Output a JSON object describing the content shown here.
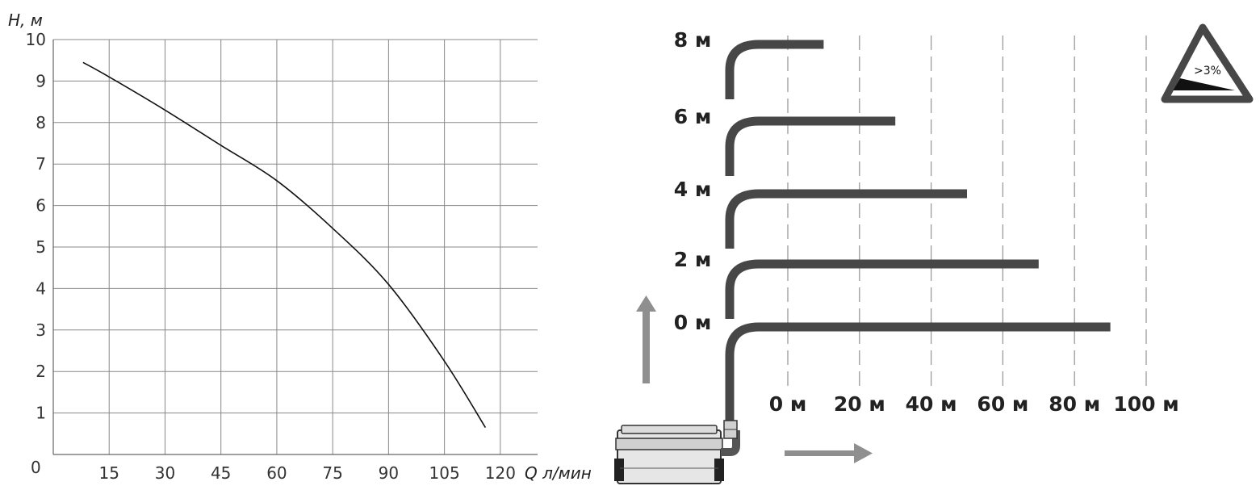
{
  "chart_data": [
    {
      "type": "line",
      "title": "",
      "xlabel": "Q л/мин",
      "ylabel": "H, м",
      "origin_label": "0",
      "xticks": [
        15,
        30,
        45,
        60,
        75,
        90,
        105,
        120
      ],
      "yticks": [
        1,
        2,
        3,
        4,
        5,
        6,
        7,
        8,
        9,
        10
      ],
      "xlim": [
        0,
        130
      ],
      "ylim": [
        0,
        10
      ],
      "grid": true,
      "series": [
        {
          "x": [
            8,
            15,
            30,
            45,
            60,
            75,
            90,
            105,
            116
          ],
          "y": [
            9.45,
            9.1,
            8.3,
            7.45,
            6.6,
            5.45,
            4.1,
            2.25,
            0.65
          ]
        }
      ]
    },
    {
      "type": "bar",
      "orientation": "horizontal",
      "categories": [
        "8 м",
        "6 м",
        "4 м",
        "2 м",
        "0 м"
      ],
      "values": [
        10,
        30,
        50,
        70,
        90
      ],
      "xticks": [
        "0 м",
        "20 м",
        "40 м",
        "60 м",
        "80 м",
        "100 м"
      ],
      "xlim": [
        0,
        100
      ],
      "grid": true,
      "annotation": ">3%"
    }
  ],
  "colors": {
    "grid": "#888888",
    "curve": "#111111",
    "pipe": "#474747",
    "arrow": "#8f8f8f",
    "sign_border": "#474747",
    "sign_fill": "#111111"
  },
  "icons": {
    "pump": "pump-unit-icon",
    "slope_sign": "slope-warning-icon",
    "up_arrow": "vertical-arrow-icon",
    "right_arrow": "horizontal-arrow-icon"
  }
}
